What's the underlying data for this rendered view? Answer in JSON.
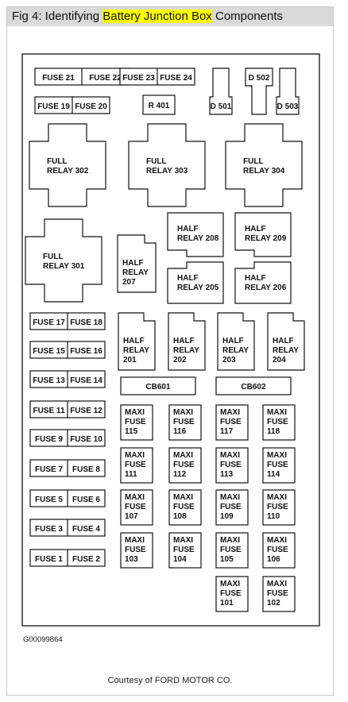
{
  "title": {
    "prefix": "Fig 4: Identifying ",
    "highlight": "Battery Junction Box",
    "suffix": " Components"
  },
  "figure_code": "G00099864",
  "credit": "Courtesy of FORD MOTOR CO.",
  "fuse_pairs": [
    [
      "FUSE 21",
      "FUSE 22"
    ],
    [
      "FUSE 23",
      "FUSE 24"
    ],
    [
      "FUSE 19",
      "FUSE 20"
    ],
    [
      "FUSE 17",
      "FUSE 18"
    ],
    [
      "FUSE 15",
      "FUSE 16"
    ],
    [
      "FUSE 13",
      "FUSE 14"
    ],
    [
      "FUSE 11",
      "FUSE 12"
    ],
    [
      "FUSE 9",
      "FUSE 10"
    ],
    [
      "FUSE 7",
      "FUSE 8"
    ],
    [
      "FUSE 5",
      "FUSE 6"
    ],
    [
      "FUSE 3",
      "FUSE 4"
    ],
    [
      "FUSE 1",
      "FUSE 2"
    ]
  ],
  "singles": [
    "R 401",
    "CB601",
    "CB602"
  ],
  "diodes": [
    "D 501",
    "D 502",
    "D 503"
  ],
  "full_relays": [
    [
      "FULL",
      "RELAY 302"
    ],
    [
      "FULL",
      "RELAY 303"
    ],
    [
      "FULL",
      "RELAY 304"
    ],
    [
      "FULL",
      "RELAY 301"
    ]
  ],
  "half_relays": [
    [
      "HALF",
      "RELAY 208"
    ],
    [
      "HALF",
      "RELAY 209"
    ],
    [
      "HALF",
      "RELAY",
      "207"
    ],
    [
      "HALF",
      "RELAY 205"
    ],
    [
      "HALF",
      "RELAY 206"
    ],
    [
      "HALF",
      "RELAY",
      "201"
    ],
    [
      "HALF",
      "RELAY",
      "202"
    ],
    [
      "HALF",
      "RELAY",
      "203"
    ],
    [
      "HALF",
      "RELAY",
      "204"
    ]
  ],
  "maxi_fuses": [
    [
      "MAXI",
      "FUSE",
      "115"
    ],
    [
      "MAXI",
      "FUSE",
      "116"
    ],
    [
      "MAXI",
      "FUSE",
      "117"
    ],
    [
      "MAXI",
      "FUSE",
      "118"
    ],
    [
      "MAXI",
      "FUSE",
      "111"
    ],
    [
      "MAXI",
      "FUSE",
      "112"
    ],
    [
      "MAXI",
      "FUSE",
      "113"
    ],
    [
      "MAXI",
      "FUSE",
      "114"
    ],
    [
      "MAXI",
      "FUSE",
      "107"
    ],
    [
      "MAXI",
      "FUSE",
      "108"
    ],
    [
      "MAXI",
      "FUSE",
      "109"
    ],
    [
      "MAXI",
      "FUSE",
      "110"
    ],
    [
      "MAXI",
      "FUSE",
      "103"
    ],
    [
      "MAXI",
      "FUSE",
      "104"
    ],
    [
      "MAXI",
      "FUSE",
      "105"
    ],
    [
      "MAXI",
      "FUSE",
      "106"
    ],
    [
      "MAXI",
      "FUSE",
      "101"
    ],
    [
      "MAXI",
      "FUSE",
      "102"
    ]
  ]
}
